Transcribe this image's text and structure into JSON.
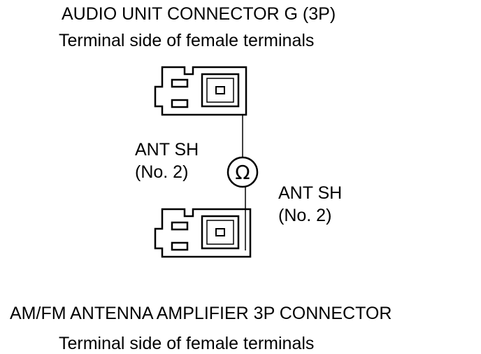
{
  "top_connector": {
    "title": "AUDIO UNIT CONNECTOR G (3P)",
    "subtitle": "Terminal side of female terminals"
  },
  "bottom_connector": {
    "title": "AM/FM ANTENNA AMPLIFIER 3P CONNECTOR",
    "subtitle": "Terminal side of female terminals"
  },
  "left_probe_label": {
    "line1": "ANT SH",
    "line2": "(No. 2)"
  },
  "right_probe_label": {
    "line1": "ANT SH",
    "line2": "(No. 2)"
  },
  "meter": {
    "symbol": "Ω",
    "icon": "ohmmeter-icon"
  }
}
